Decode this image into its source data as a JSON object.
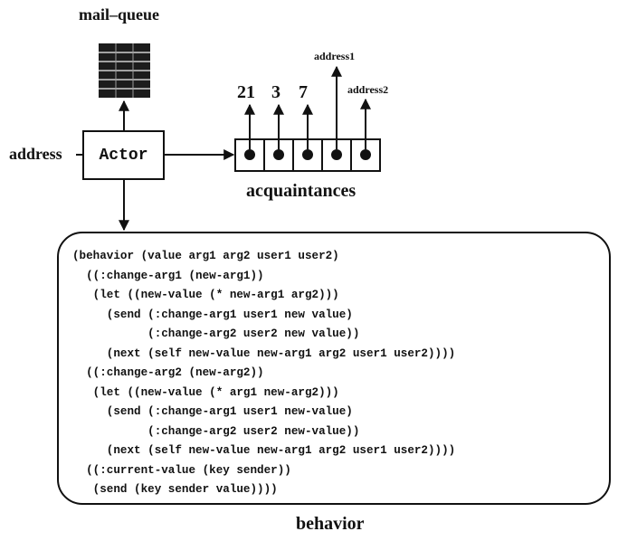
{
  "labels": {
    "mail_queue": "mail–queue",
    "address": "address",
    "actor": "Actor",
    "acquaintances": "acquaintances",
    "behavior": "behavior"
  },
  "acquaintance_values": [
    "21",
    "3",
    "7"
  ],
  "acquaintance_addresses": [
    "address1",
    "address2"
  ],
  "behavior_code": [
    "(behavior (value arg1 arg2 user1 user2)",
    "  ((:change-arg1 (new-arg1))",
    "   (let ((new-value (* new-arg1 arg2)))",
    "     (send (:change-arg1 user1 new value)",
    "           (:change-arg2 user2 new value))",
    "     (next (self new-value new-arg1 arg2 user1 user2))))",
    "  ((:change-arg2 (new-arg2))",
    "   (let ((new-value (* arg1 new-arg2)))",
    "     (send (:change-arg1 user1 new-value)",
    "           (:change-arg2 user2 new-value))",
    "     (next (self new-value new-arg1 arg2 user1 user2))))",
    "  ((:current-value (key sender))",
    "   (send (key sender value))))"
  ]
}
